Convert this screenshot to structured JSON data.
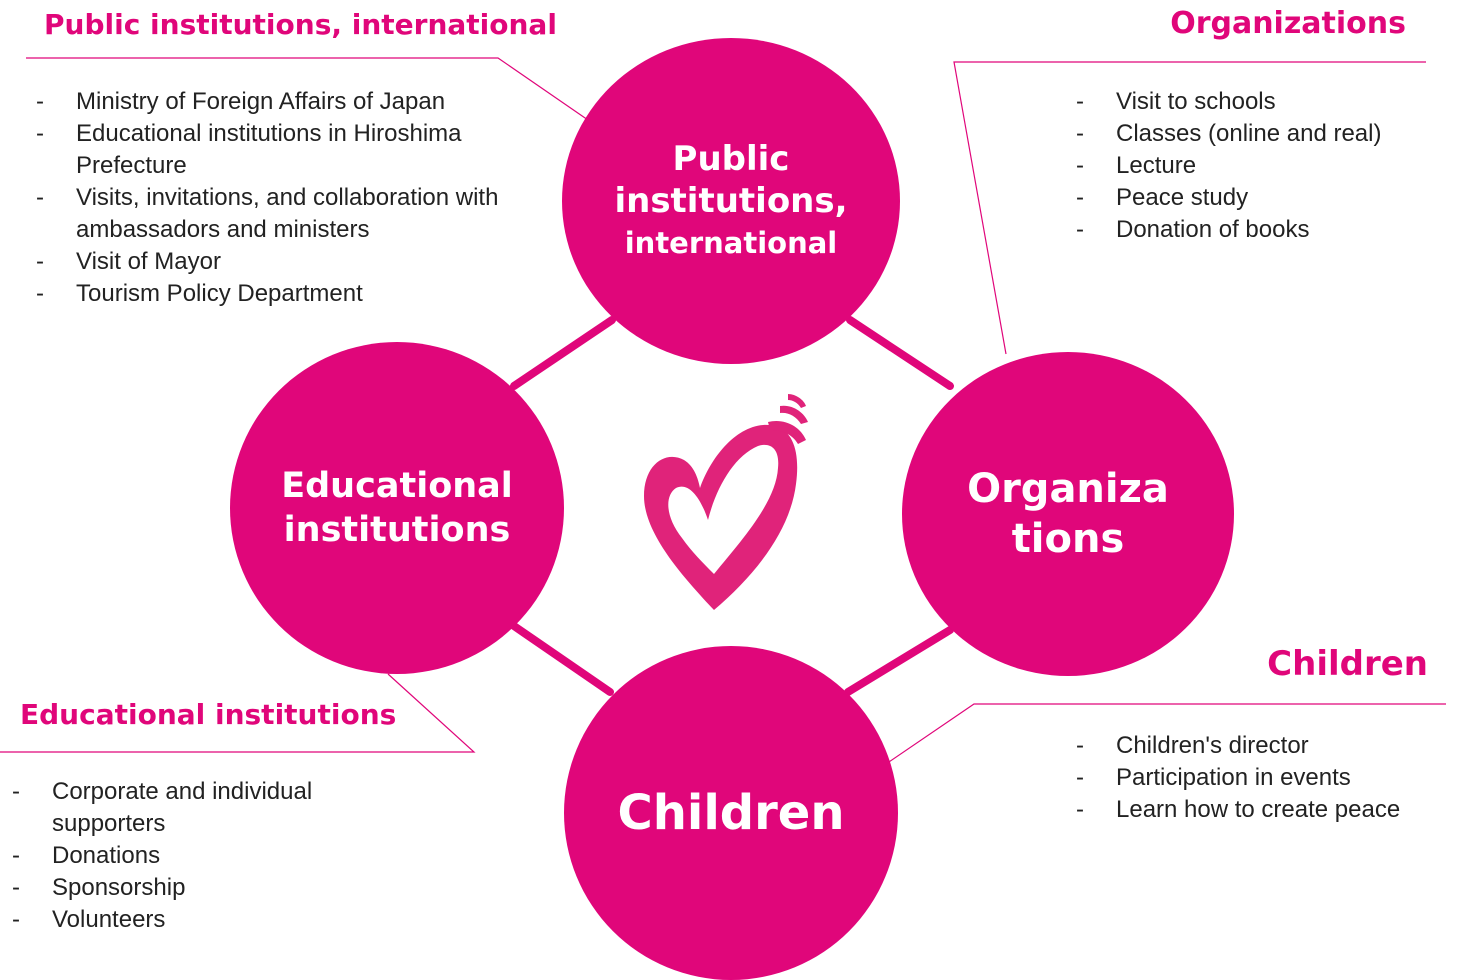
{
  "colors": {
    "accent": "#e0067a",
    "logo": "#e0237a"
  },
  "logo": {
    "icon": "heart-logo-icon"
  },
  "headings": {
    "top_left": "Public institutions, international",
    "top_right": "Organizations",
    "bottom_right": "Children",
    "bottom_left": "Educational institutions"
  },
  "nodes": {
    "top": {
      "line1": "Public",
      "line2": "institutions,",
      "line3": "international"
    },
    "left": {
      "line1": "Educational",
      "line2": "institutions"
    },
    "right": {
      "line1": "Organiza",
      "line2": "tions"
    },
    "bottom": {
      "line1": "Children"
    }
  },
  "lists": {
    "public": [
      "Ministry of Foreign Affairs of Japan",
      "Educational institutions in Hiroshima Prefecture",
      "Visits, invitations, and collaboration with ambassadors and ministers",
      "Visit of Mayor",
      "Tourism Policy Department"
    ],
    "organizations": [
      "Visit to schools",
      "Classes (online and real)",
      "Lecture",
      "Peace study",
      "Donation of books"
    ],
    "children": [
      "Children's director",
      "Participation in events",
      "Learn how to create peace"
    ],
    "educational": [
      "Corporate and individual supporters",
      "Donations",
      "Sponsorship",
      "Volunteers"
    ]
  }
}
